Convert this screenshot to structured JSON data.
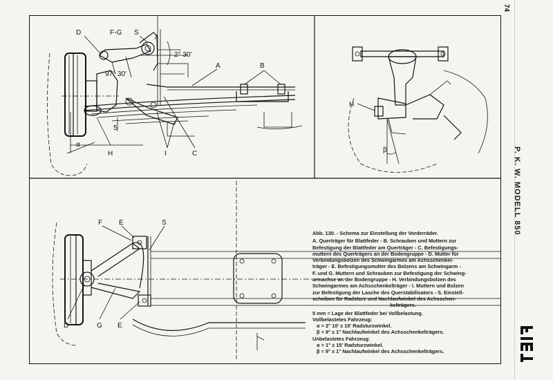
{
  "page_number": "74",
  "side_title": "P. K. W. MODELL 850",
  "brand_logo": "FIAT",
  "diagrams": {
    "side_view_labels": [
      "D",
      "F-G",
      "S",
      "2° 30'",
      "97° 30'",
      "A",
      "B",
      "5",
      "H",
      "I",
      "C"
    ],
    "side_view_symbol": "α",
    "front_view_labels": [
      "H"
    ],
    "front_view_symbol": "β",
    "top_view_labels": [
      "F",
      "E",
      "S",
      "D",
      "G",
      "E"
    ]
  },
  "caption": {
    "title": "Abb. 130. - Schema zur Einstellung der Vorderräder.",
    "lines": [
      "A. Querträger für Blattfeder - B. Schrauben und Muttern zur",
      "Befestigung der Blattfeder am Querträger - C. Befestigungs-",
      "muttern des Querträgers an der Bodengruppe - D. Mutter für",
      "Verbindungsbolzen des Schwingarmes am Achsschenkel-",
      "träger - E. Befestigungsmutter des Bolzens am Schwingarm -",
      "F. und G. Muttern und Schrauben zur Befestigung der Schwing-",
      "armachse an der Bodengruppe - H. Verbindungsbolzen des",
      "Schwingarmes am Achsschenkelträger - I. Muttern und Bolzen",
      "zur Befestigung der Lasche des Querstabilisators - S. Einstell-",
      "scheiben für Radsturz und Nachlaufwinkel des Achsschen-",
      "kelträgers."
    ],
    "load_note": "5 mm = Lage der Blattfeder bei Vollbelastung.",
    "loaded_heading": "Vollbelastetes Fahrzeug:",
    "loaded_alpha": "α = 2° 10' ± 15' Radsturzwinkel.",
    "loaded_beta": "β = 9° ± 1° Nachlaufwinkel des Achsschenkelträgers.",
    "unloaded_heading": "Unbelastetes Fahrzeug:",
    "unloaded_alpha": "α = 1° ± 15' Radsturzwinkel.",
    "unloaded_beta": "β = 9° ± 1° Nachlaufwinkel des Achsschenkelträgers."
  }
}
